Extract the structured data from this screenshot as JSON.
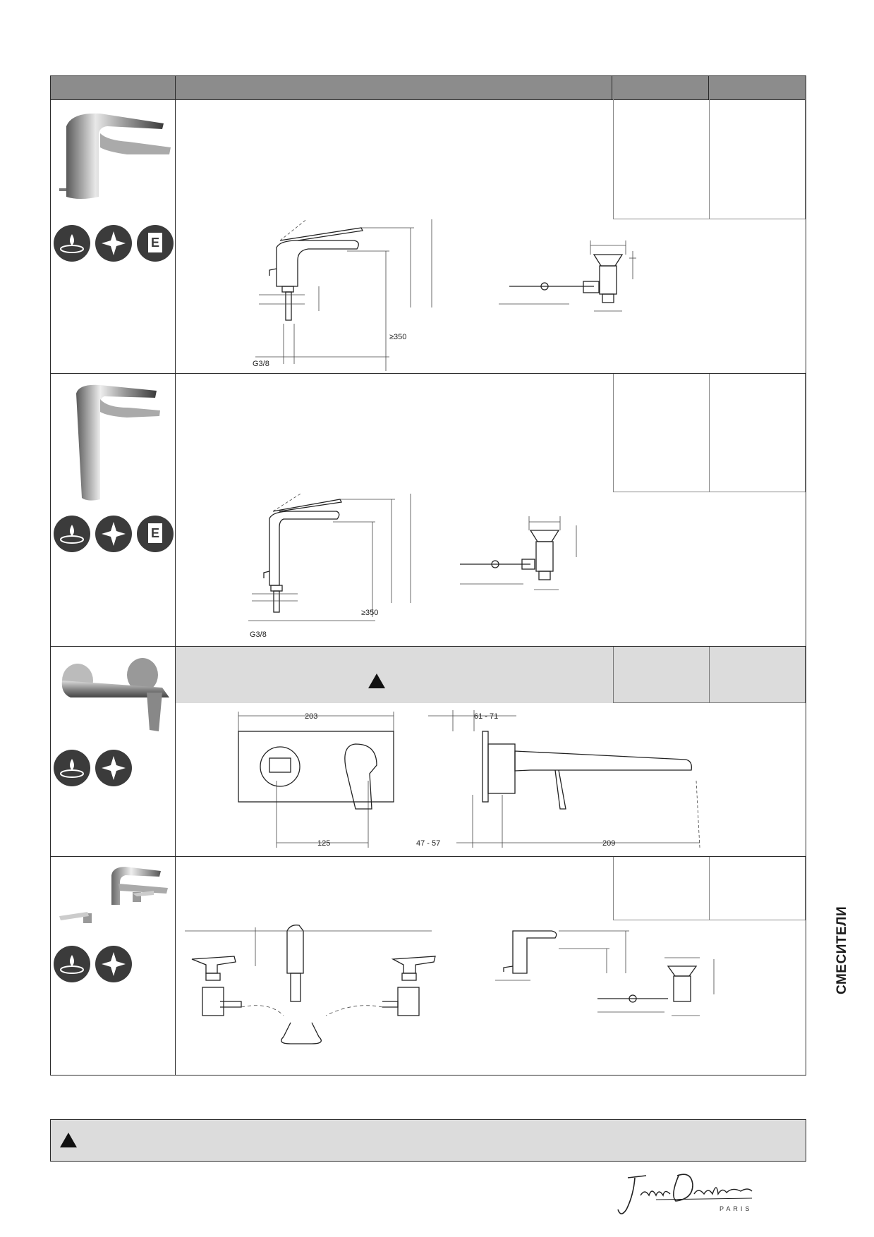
{
  "side_label": "СМЕСИТЕЛИ",
  "rows": [
    {
      "dims": {
        "g": "G3/8",
        "min_height": "≥350"
      },
      "icons": [
        "water-saving-icon",
        "sparkle-icon",
        "energy-class-icon"
      ]
    },
    {
      "dims": {
        "g": "G3/8",
        "min_height": "≥350"
      },
      "icons": [
        "water-saving-icon",
        "sparkle-icon",
        "energy-class-icon"
      ]
    },
    {
      "dims": {
        "plate_width": "203",
        "centers": "125",
        "projection": "61 - 71",
        "wall_depth": "47 - 57",
        "spout": "209"
      },
      "icons": [
        "water-saving-icon",
        "sparkle-icon"
      ]
    },
    {
      "dims": {},
      "icons": [
        "water-saving-icon",
        "sparkle-icon"
      ]
    }
  ],
  "colors": {
    "header": "#8c8c8c",
    "band": "#dcdcdc",
    "line": "#2a2a2a"
  },
  "logo": {
    "text": "Jacob Delafon",
    "sub": "PARIS"
  }
}
